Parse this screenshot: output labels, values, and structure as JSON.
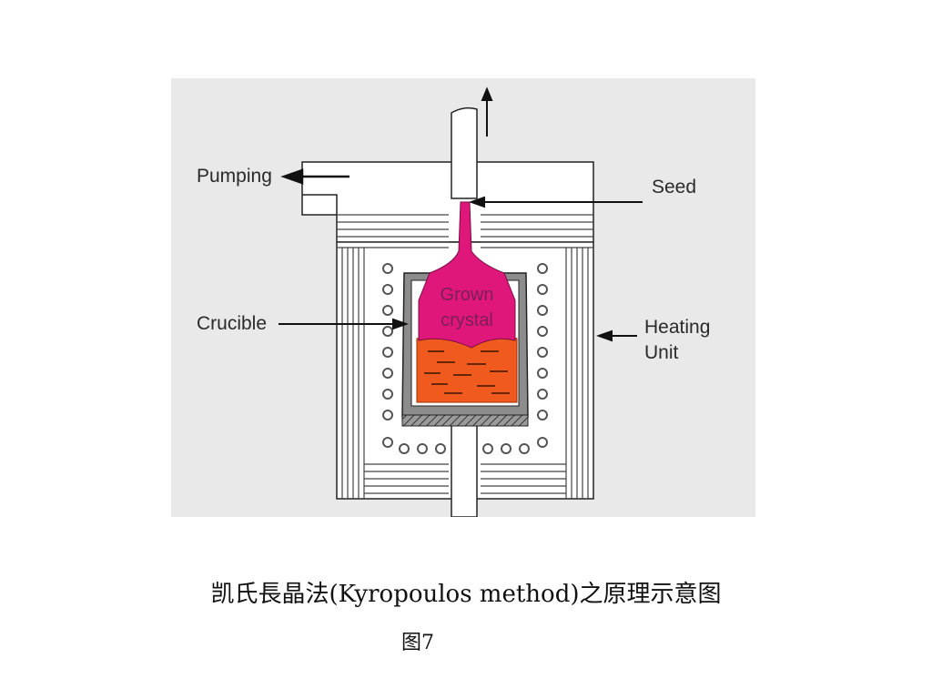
{
  "diagram": {
    "labels": {
      "pumping": "Pumping",
      "seed": "Seed",
      "crucible": "Crucible",
      "heating_line1": "Heating",
      "heating_line2": "Unit",
      "grown_line1": "Grown",
      "grown_line2": "crystal"
    },
    "colors": {
      "background": "#e9e9e9",
      "crystal": "#e0177a",
      "melt": "#f05a1e",
      "crucible_wall": "#8c8c8c",
      "heater_coil": "#555555"
    }
  },
  "caption": {
    "title": "凯氏長晶法(Kyropoulos method)之原理示意图",
    "figure_number": "图7"
  }
}
